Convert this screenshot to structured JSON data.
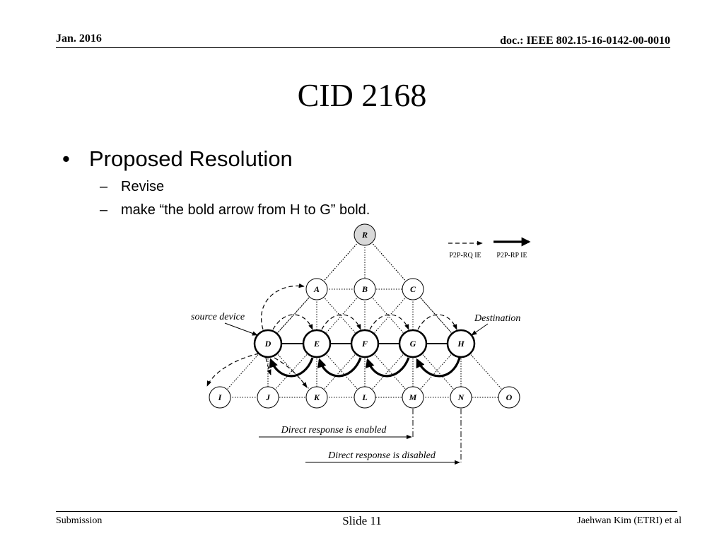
{
  "header": {
    "date": "Jan. 2016",
    "doc": "doc.: IEEE 802.15-16-0142-00-0010"
  },
  "title": "CID 2168",
  "content": {
    "bullet_mark": "•",
    "bullet": "Proposed Resolution",
    "dash_mark": "–",
    "sub1": "Revise",
    "sub2": "make “the bold arrow from H to G” bold."
  },
  "diagram": {
    "nodes": [
      "R",
      "A",
      "B",
      "C",
      "D",
      "E",
      "F",
      "G",
      "H",
      "I",
      "J",
      "K",
      "L",
      "M",
      "N",
      "O"
    ],
    "legend": {
      "rq": "P2P-RQ IE",
      "rp": "P2P-RP IE"
    },
    "source_label": "source device",
    "destination_label": "Destination",
    "enabled_label": "Direct response is enabled",
    "disabled_label": "Direct response is disabled"
  },
  "footer": {
    "submission": "Submission",
    "slide": "Slide 11",
    "author": "Jaehwan Kim (ETRI) et al"
  }
}
